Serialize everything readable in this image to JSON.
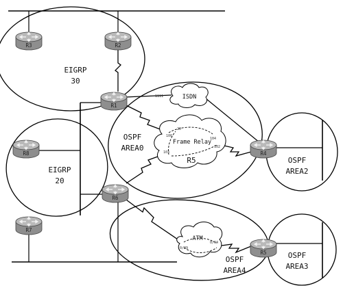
{
  "areas": {
    "eigrp30": {
      "line1": "EIGRP",
      "line2": "30"
    },
    "eigrp20": {
      "line1": "EIGRP",
      "line2": "20"
    },
    "ospf_area0": {
      "line1": "OSPF",
      "line2": "AREA0"
    },
    "ospf_area2": {
      "line1": "OSPF",
      "line2": "AREA2"
    },
    "ospf_area3": {
      "line1": "OSPF",
      "line2": "AREA3"
    },
    "ospf_area4": {
      "line1": "OSPF",
      "line2": "AREA4"
    }
  },
  "routers": {
    "r1": "R1",
    "r2": "R2",
    "r3": "R3",
    "r4": "R4",
    "r5_core": "R5",
    "r5_edge": "R5",
    "r6": "R6",
    "r7": "R7",
    "r8": "R8"
  },
  "clouds": {
    "isdn": "ISDN",
    "frame_relay": "Frame Relay",
    "atm": "ATM",
    "atm_pvc_left": "0/99",
    "atm_pvc_right": "0/94",
    "fr_dlcis": [
      "20",
      "100",
      "104",
      "102",
      "103",
      "1111"
    ]
  },
  "colors": {
    "router_body": "#8e8e8e",
    "router_top": "#b9b9b9",
    "line": "#000000",
    "background": "#ffffff"
  }
}
